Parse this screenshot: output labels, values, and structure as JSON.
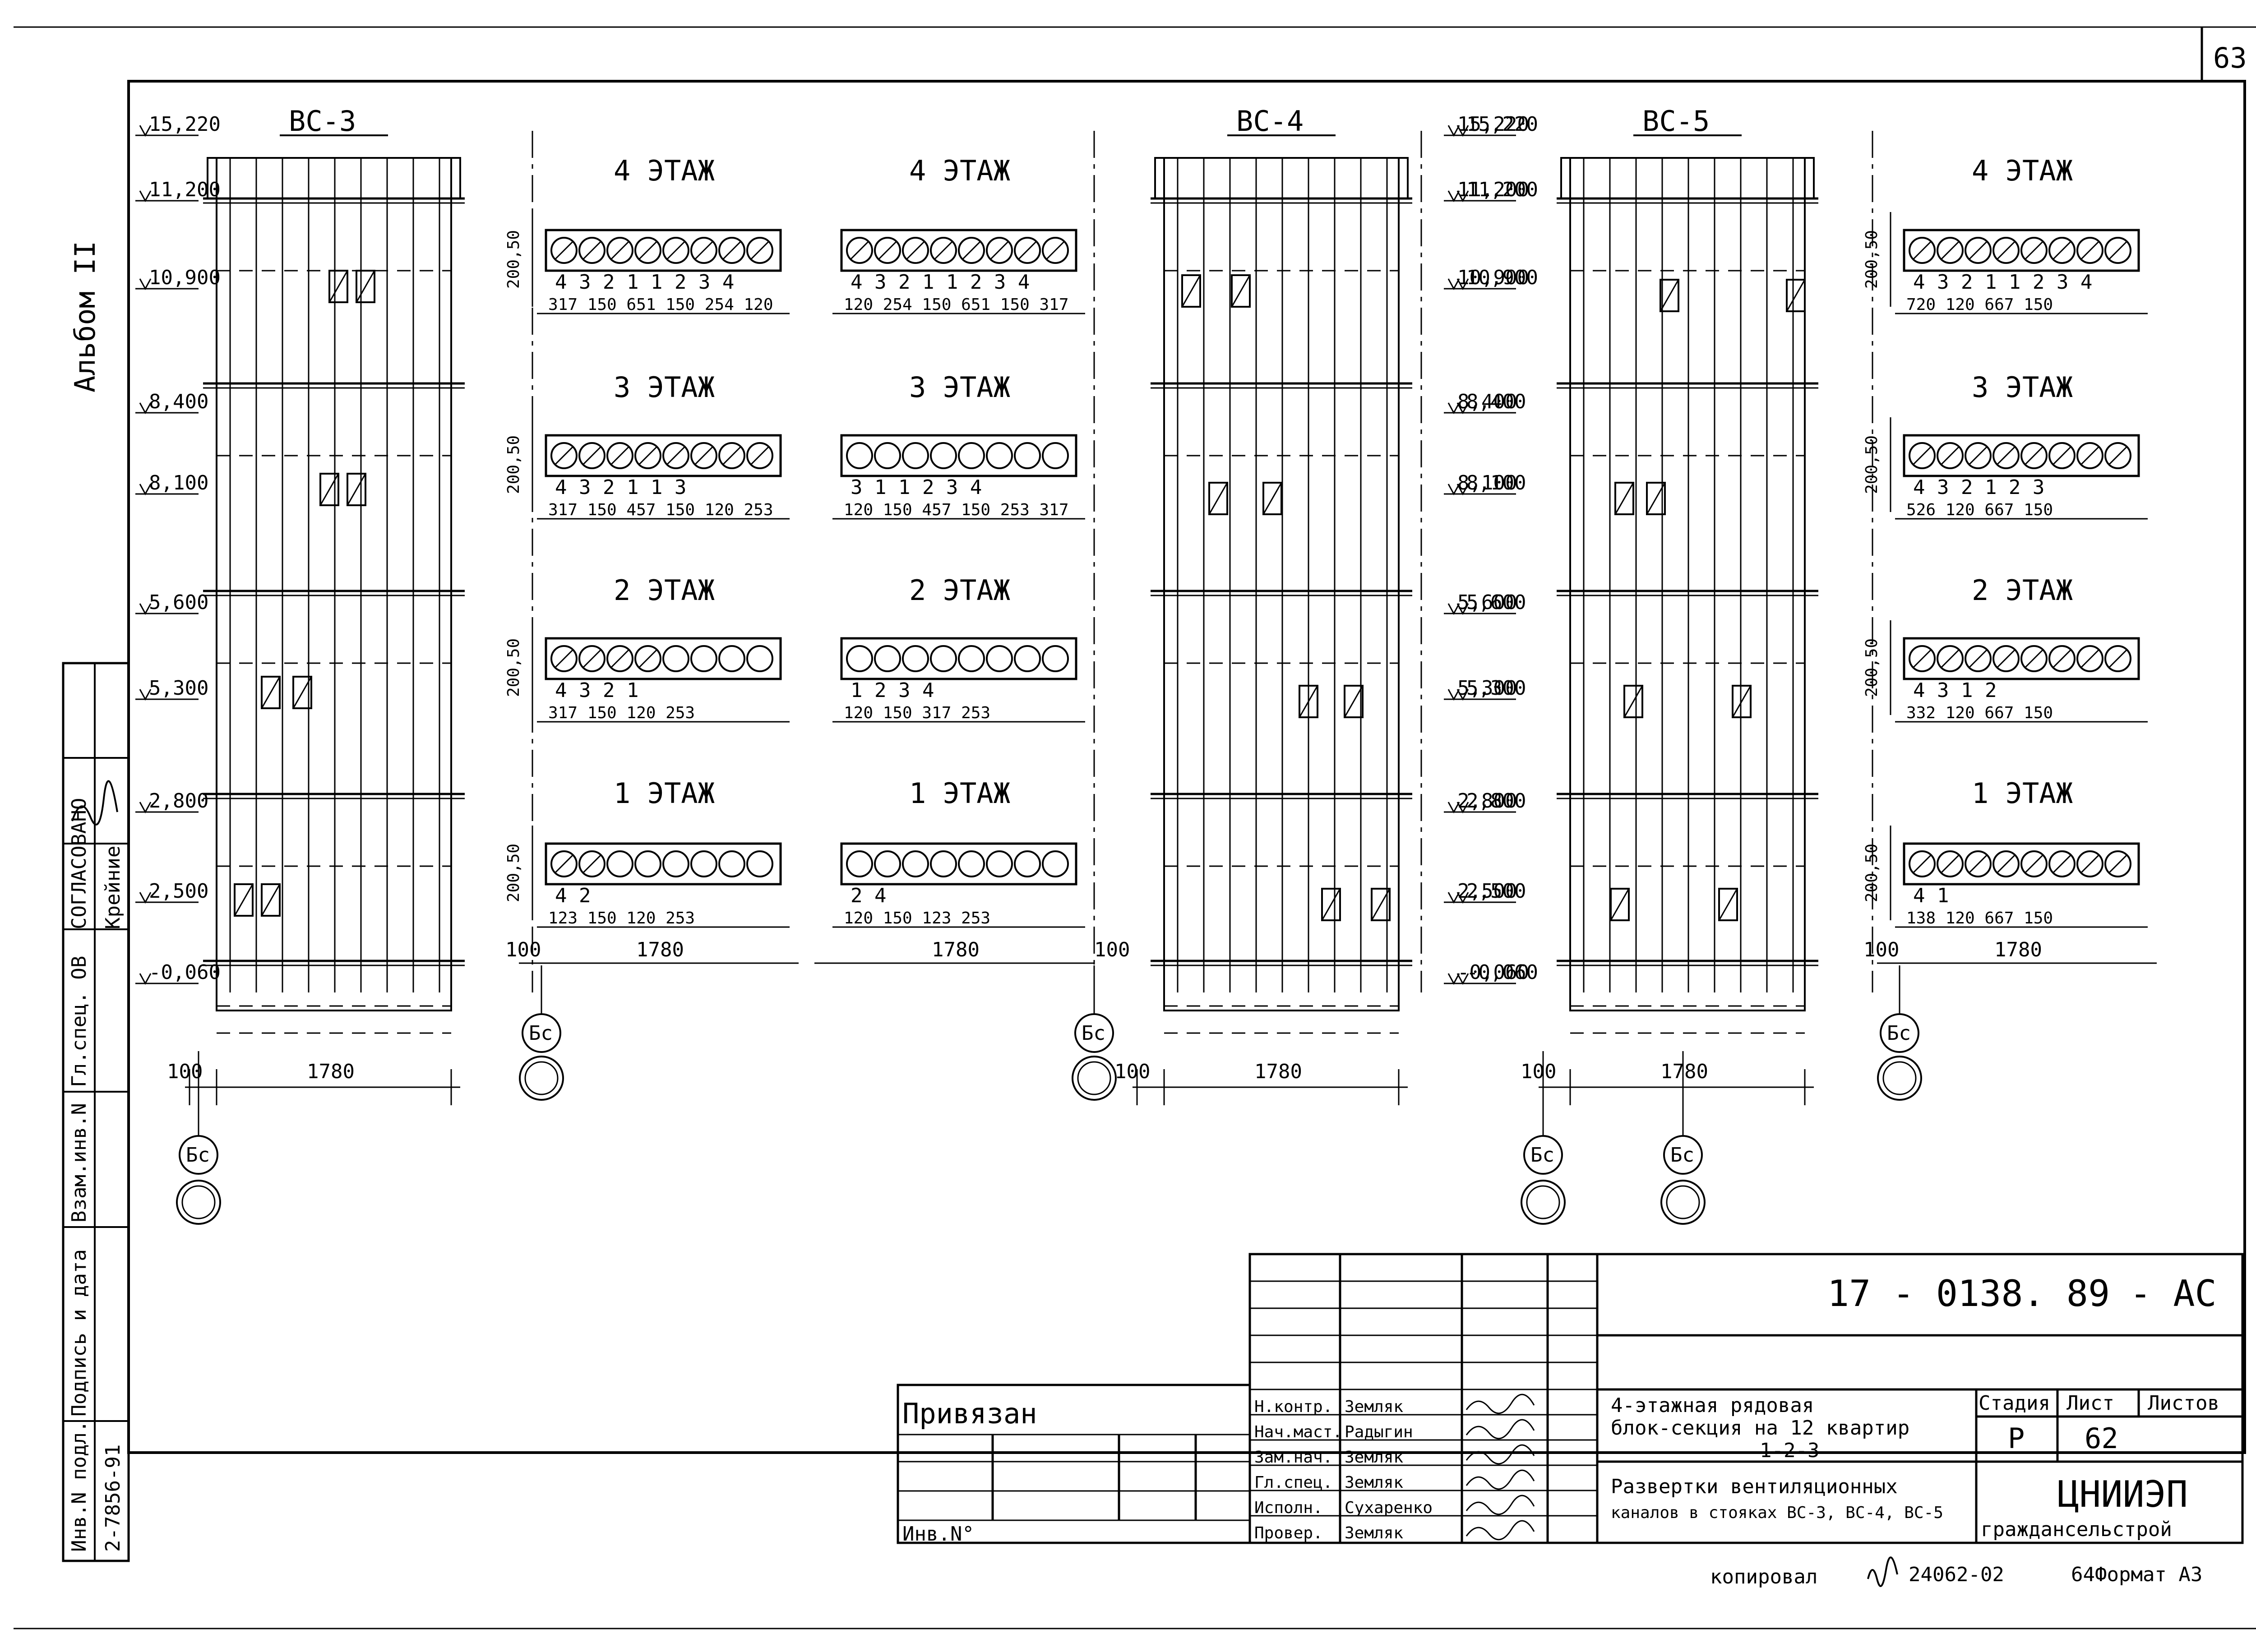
{
  "sheet": {
    "page_number": "63",
    "album": "Альбом II",
    "approved_label": "СОГЛАСОВАНО",
    "side_rows": [
      "Гл.спец. ОВ",
      "Крейние",
      "Инв.N подл.",
      "Подпись и дата",
      "Взам.инв.N",
      "2-7856-91"
    ],
    "copied": "копировал",
    "copied_num": "24062-02",
    "format": "64Формат А3"
  },
  "risers": [
    {
      "name": "ВС-3",
      "levels": [
        "15,220",
        "11,200",
        "10,900",
        "8,400",
        "8,100",
        "5,600",
        "5,300",
        "2,800",
        "2,500",
        "-0,060"
      ],
      "width_dim": "1780",
      "offset_dim": "100",
      "axis": "Бс"
    },
    {
      "name": "ВС-4",
      "levels": [
        "15,220",
        "11,200",
        "10,900",
        "8,400",
        "8,100",
        "5,600",
        "5,300",
        "2,800",
        "2,500",
        "-0,060"
      ],
      "width_dim": "1780",
      "offset_dim": "100",
      "axis": "Бс"
    },
    {
      "name": "ВС-5",
      "levels": [
        "15,220",
        "11,200",
        "10,900",
        "8,400",
        "8,100",
        "5,600",
        "5,300",
        "2,800",
        "2,500",
        "-0,060"
      ],
      "width_dim": "1780",
      "offset_dim": "100",
      "axis": "Бс"
    }
  ],
  "plans": {
    "floor_labels": [
      "4 ЭТАЖ",
      "3 ЭТАЖ",
      "2 ЭТАЖ",
      "1 ЭТАЖ"
    ],
    "base_dim": "1780",
    "offset_dim": "100",
    "axis": "Бс",
    "vertical_dims": [
      "200",
      "150",
      "50",
      "50"
    ],
    "left": {
      "numbers": [
        "4 3 2 1 1 2 3 4",
        "4 3 2 1 1 3",
        "4 3 2 1",
        "4 2"
      ],
      "dims": [
        "317 150 651 150 254 120",
        "317 150 457 150 120 253",
        "317 150 120 253",
        "123 150 120 253"
      ]
    },
    "mid": {
      "numbers": [
        "4 3 2 1 1 2 3 4",
        "3 1 1 2 3 4",
        "1 2 3 4",
        "2 4"
      ],
      "dims": [
        "120 254 150 651 150 317",
        "120 150 457 150 253 317",
        "120 150 317 253",
        "120 150 123 253"
      ]
    },
    "right": {
      "numbers": [
        "4 3 2 1 1 2 3 4",
        "4 3 2 1 2 3",
        "4 3 1 2",
        "4 1"
      ],
      "dims": [
        "720 120 667 150",
        "526 120 667 150",
        "332 120 667 150",
        "138 120 667 150"
      ]
    }
  },
  "title_block": {
    "doc_code": "17 - 0138. 89",
    "doc_suffix": "- АС",
    "bound": "Привязан",
    "inv": "Инв.N°",
    "roles": [
      {
        "role": "Н.контр.",
        "name": "Земляк"
      },
      {
        "role": "Нач.маст.",
        "name": "Радыгин"
      },
      {
        "role": "Зам.нач.",
        "name": "Земляк"
      },
      {
        "role": "Гл.спец.",
        "name": "Земляк"
      },
      {
        "role": "Исполн.",
        "name": "Сухаренко"
      },
      {
        "role": "Провер.",
        "name": "Земляк"
      }
    ],
    "project_title_1": "4-этажная рядовая",
    "project_title_2": "блок-секция на 12 квартир",
    "project_title_3": "1-2-3",
    "sheet_title_1": "Развертки вентиляционных",
    "sheet_title_2": "каналов в стояках ВС-3, ВС-4, ВС-5",
    "stage_label": "Стадия",
    "sheet_label": "Лист",
    "sheets_label": "Листов",
    "stage": "Р",
    "sheet_no": "62",
    "org_1": "ЦНИИЭП",
    "org_2": "граждансельстрой"
  }
}
